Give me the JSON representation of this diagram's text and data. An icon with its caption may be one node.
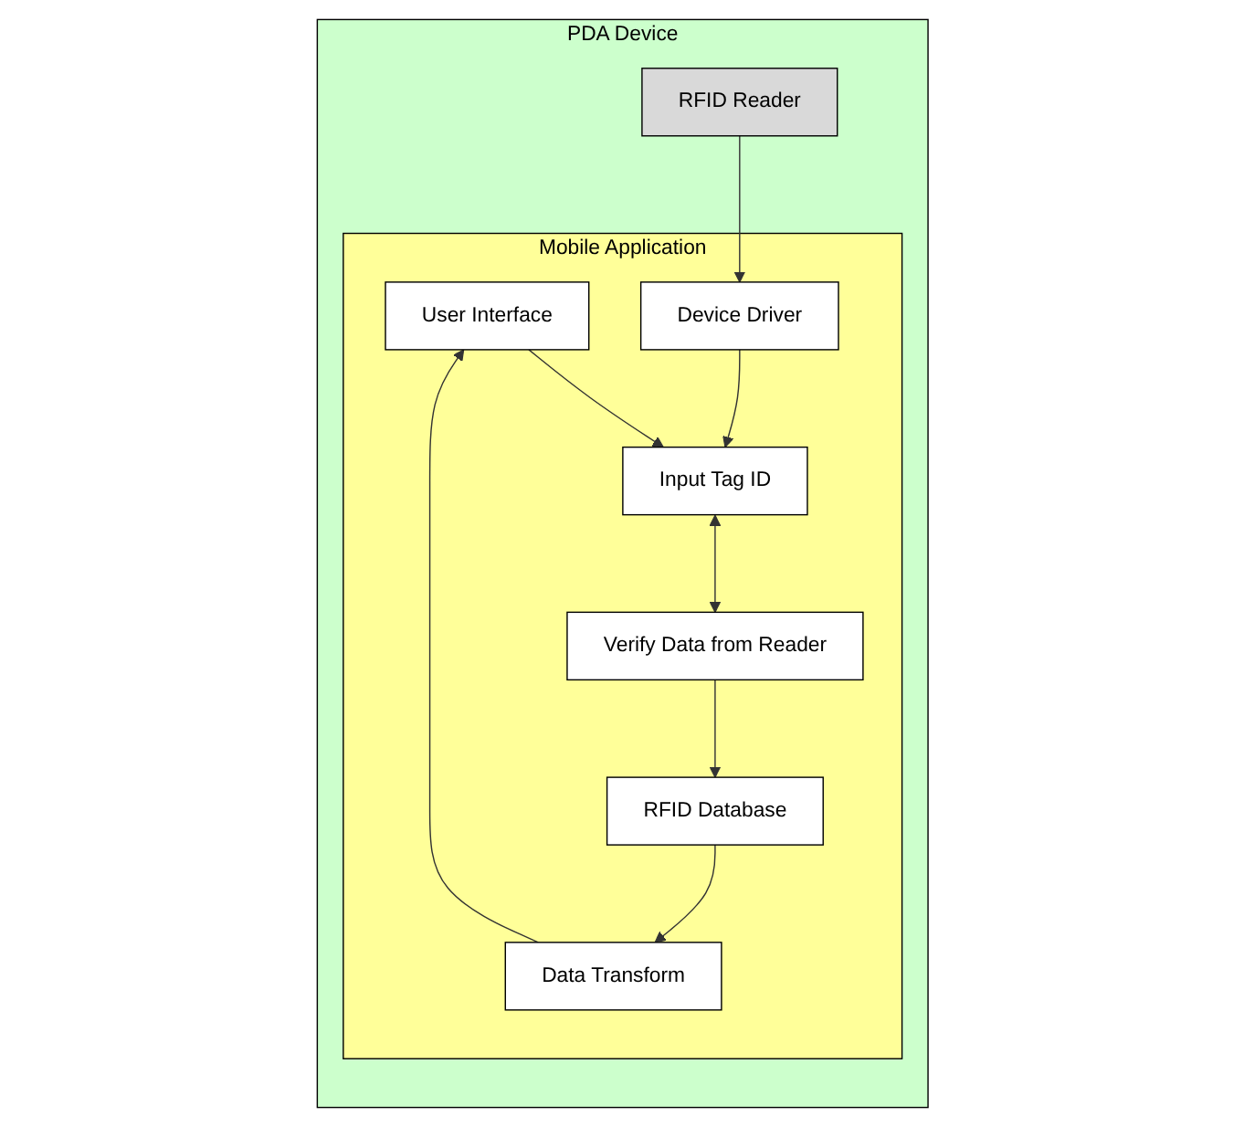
{
  "diagram": {
    "nodes": [
      {
        "text": [
          "PDA Device"
        ]
      },
      {
        "text": [
          "RFID Reader"
        ],
        "in": 0
      },
      {
        "text": [
          "Mobile Application"
        ],
        "in": 0
      },
      {
        "text": [
          "User Interface"
        ],
        "in": 2
      },
      {
        "text": [
          "Device Driver"
        ],
        "in": 2
      },
      {
        "text": [
          "Input Tag ID"
        ],
        "in": 2
      },
      {
        "text": [
          "Data Transform"
        ],
        "in": 2
      },
      {
        "text": [
          "Verify Data from Reader"
        ],
        "in": 2
      },
      {
        "text": [
          "RFID Database"
        ],
        "in": 2
      }
    ],
    "edges": [
      {
        "from": 1,
        "to": 4,
        "arrow": "to"
      },
      {
        "from": 3,
        "to": 5,
        "arrow": "to"
      },
      {
        "from": 4,
        "to": 5,
        "arrow": "to"
      },
      {
        "from": 5,
        "to": 7,
        "arrow": "both"
      },
      {
        "from": 7,
        "to": 8,
        "arrow": "to"
      },
      {
        "from": 8,
        "to": 6,
        "arrow": "to"
      },
      {
        "from": 6,
        "to": 3,
        "arrow": "to"
      }
    ]
  }
}
